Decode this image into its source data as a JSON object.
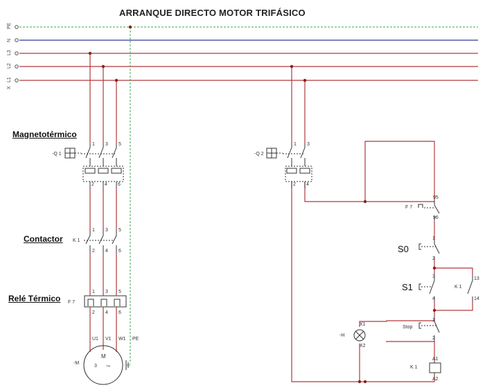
{
  "title": "ARRANQUE DIRECTO MOTOR TRIFÁSICO",
  "labels": {
    "magnetotermico": "Magnetotérmico",
    "contactor": "Contactor",
    "rele_termico": "Relé Térmico",
    "s0": "S0",
    "s1": "S1"
  },
  "buses": [
    "PE",
    "N",
    "L3",
    "L2",
    "L1",
    "X"
  ],
  "tags": {
    "q1": "-Q 1",
    "q2": "-Q 2",
    "k1": "K 1",
    "f7": "F 7",
    "h": "-H",
    "m": "-M",
    "stop": "Stop",
    "n1": "1",
    "n2": "2",
    "n3": "3",
    "n4": "4",
    "n5": "5",
    "n6": "6",
    "n13": "13",
    "n14": "14",
    "n95": "95",
    "n96": "96",
    "u1": "U1",
    "v1": "V1",
    "w1": "W1",
    "pe": "PE",
    "x1": "X1",
    "x2": "X2",
    "a1": "A1",
    "a2": "A2",
    "motor_m": "M",
    "motor_3": "3",
    "motor_tilde": "~"
  },
  "colors": {
    "phase": "#b0383c",
    "neutral": "#2c3a9a",
    "earth": "#3aa64a",
    "device": "#333333"
  }
}
